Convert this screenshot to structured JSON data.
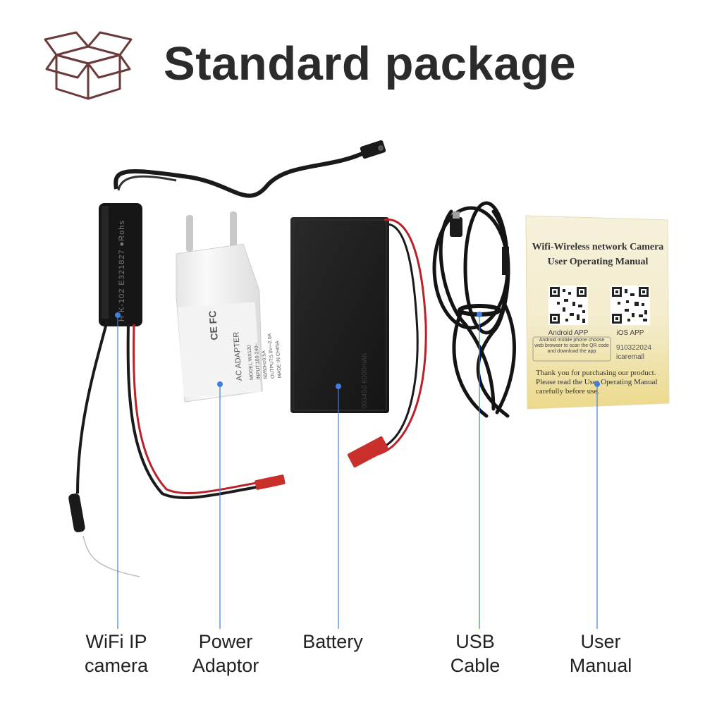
{
  "header": {
    "title": "Standard package",
    "icon": "box-icon"
  },
  "items": [
    {
      "line1": "WiFi IP",
      "line2": "camera"
    },
    {
      "line1": "Power",
      "line2": "Adaptor"
    },
    {
      "line1": "Battery",
      "line2": ""
    },
    {
      "line1": "USB",
      "line2": "Cable"
    },
    {
      "line1": "User",
      "line2": "Manual"
    }
  ],
  "camera_module": {
    "print": "H K-102 E321827 ●Rohs"
  },
  "adaptor": {
    "name": "AC ADAPTER",
    "model": "MODEL:WX120",
    "input": "INPUT:100-240~",
    "freq": "50/60Hz0.5A",
    "output": "OUTPUT:5.0V⎓2.0A",
    "made": "MADE IN CHINA",
    "marks": "CE FC"
  },
  "battery": {
    "print": "903450 6000mAh"
  },
  "manual": {
    "title_line1": "Wifi-Wireless network Camera",
    "title_line2": "User Operating Manual",
    "qr_android_label": "Android APP",
    "qr_ios_label": "iOS APP",
    "note": "Android mobile phone choose web browser to scan the QR code and download the app",
    "code": "910322024",
    "brand": "icaremall",
    "thanks_line1": "Thank you for purchasing our product.",
    "thanks_line2": "Please read the User Operating Manual",
    "thanks_line3": "carefully before use."
  },
  "colors": {
    "title": "#2b2b2b",
    "pointer": "#3f7fe0",
    "box_icon": "#6b3a3a",
    "cable_red": "#b8222a",
    "cable_black": "#1a1a1a",
    "manual_cream": "#f2ebc4"
  }
}
